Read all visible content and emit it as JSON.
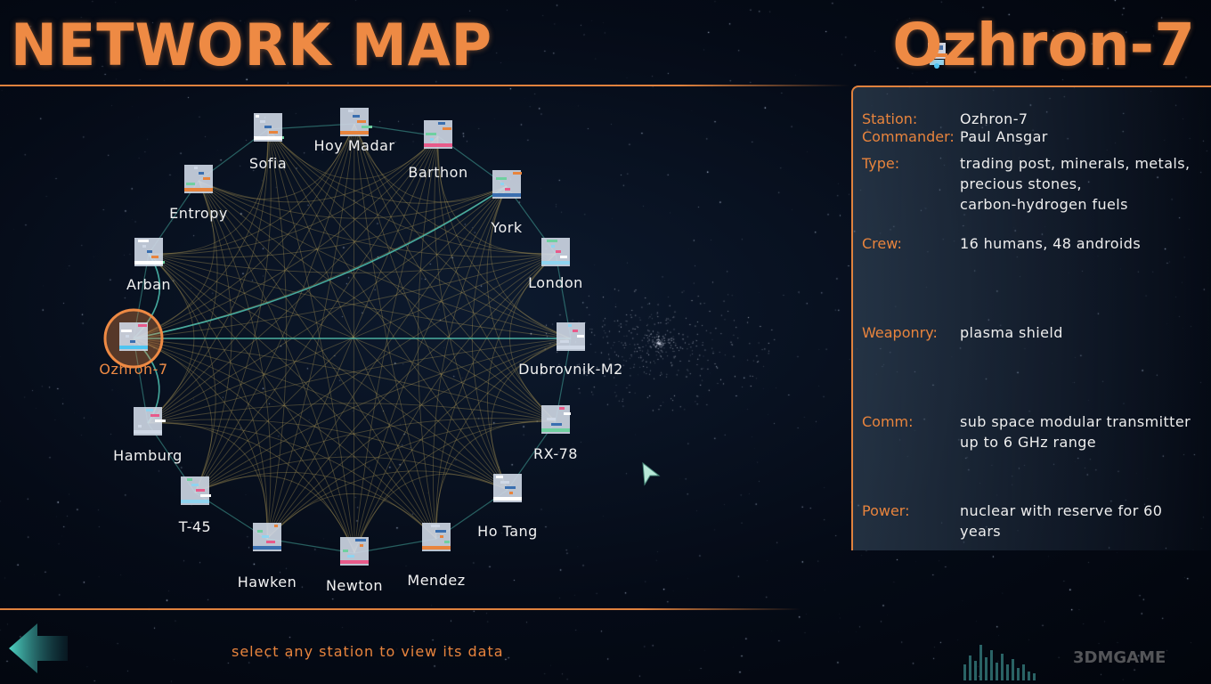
{
  "header": {
    "title": "NETWORK MAP",
    "selected_station": "Ozhron-7"
  },
  "stations": [
    {
      "name": "Sofia",
      "icon": "space-station-icon"
    },
    {
      "name": "Hoy Madar",
      "icon": "space-station-icon"
    },
    {
      "name": "Barthon",
      "icon": "space-station-icon"
    },
    {
      "name": "York",
      "icon": "space-station-icon"
    },
    {
      "name": "London",
      "icon": "space-station-icon"
    },
    {
      "name": "Dubrovnik-M2",
      "icon": "space-station-icon"
    },
    {
      "name": "RX-78",
      "icon": "space-station-icon"
    },
    {
      "name": "Ho Tang",
      "icon": "space-station-icon"
    },
    {
      "name": "Mendez",
      "icon": "space-station-icon"
    },
    {
      "name": "Newton",
      "icon": "space-station-icon"
    },
    {
      "name": "Hawken",
      "icon": "space-station-icon"
    },
    {
      "name": "T-45",
      "icon": "space-station-icon"
    },
    {
      "name": "Hamburg",
      "icon": "space-station-icon"
    },
    {
      "name": "Ozhron-7",
      "icon": "space-station-icon",
      "selected": true
    },
    {
      "name": "Arban",
      "icon": "space-station-icon"
    },
    {
      "name": "Entropy",
      "icon": "space-station-icon"
    }
  ],
  "info": {
    "station": {
      "label": "Station:",
      "value": "Ozhron-7"
    },
    "commander": {
      "label": "Commander:",
      "value": "Paul Ansgar"
    },
    "type": {
      "label": "Type:",
      "value_lines": [
        "trading post, minerals, metals,",
        "precious stones,",
        "carbon-hydrogen fuels"
      ]
    },
    "crew": {
      "label": "Crew:",
      "value": "16 humans, 48 androids"
    },
    "weaponry": {
      "label": "Weaponry:",
      "value": "plasma shield"
    },
    "comm": {
      "label": "Comm:",
      "value_lines": [
        "sub space modular transmitter",
        "up to 6 GHz range"
      ]
    },
    "power": {
      "label": "Power:",
      "value_lines": [
        "nuclear with reserve for 60",
        "years"
      ]
    }
  },
  "footer": {
    "hint": "select any station to view its data",
    "watermark": "3DMGAME"
  },
  "colors": {
    "accent": "#ee8a44",
    "link_teal": "#4fc4b4",
    "link_gold": "#b8a15a",
    "text": "#eeeeee"
  }
}
